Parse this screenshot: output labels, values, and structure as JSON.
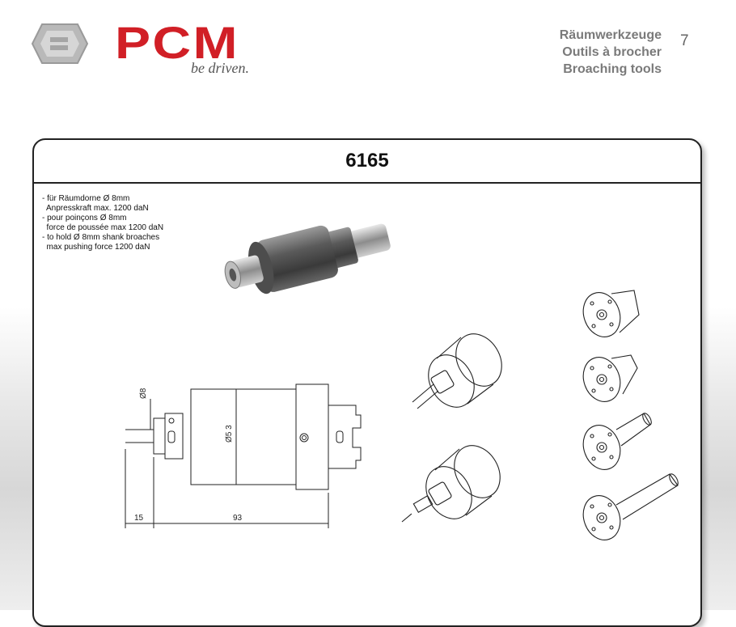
{
  "logo": {
    "brand": "PCM",
    "tagline": "be driven."
  },
  "header": {
    "title_de": "Räumwerkzeuge",
    "title_fr": "Outils à brocher",
    "title_en": "Broaching tools",
    "page_number": "7"
  },
  "product": {
    "code": "6165",
    "description": [
      "- für Räumdorne Ø 8mm",
      "  Anpresskraft max. 1200 daN",
      "- pour poinçons Ø 8mm",
      "  force de poussée max 1200 daN",
      "- to hold Ø 8mm shank broaches",
      "  max pushing force 1200 daN"
    ]
  },
  "drawing": {
    "dim_shank": "Ø8",
    "dim_body": "Ø5 3",
    "dim_front": "15",
    "dim_overall": "93"
  },
  "colors": {
    "brand_red": "#d11f26",
    "heading_gray": "#7a7a7a"
  }
}
